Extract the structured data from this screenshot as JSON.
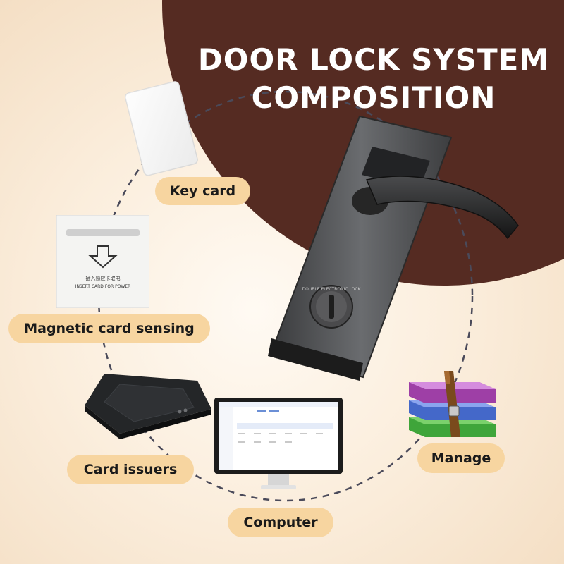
{
  "title": {
    "line1": "DOOR LOCK SYSTEM",
    "line2": "COMPOSITION"
  },
  "labels": {
    "key_card": "Key card",
    "magnetic": "Magnetic card sensing",
    "card_issuers": "Card issuers",
    "computer": "Computer",
    "manage": "Manage"
  },
  "switch_panel": {
    "line1": "插入感应卡取电",
    "line2": "INSERT CARD FOR POWER"
  },
  "lock_plate_text": "DOUBLE ELECTRONIC LOCK",
  "colors": {
    "background": "#fbeedd",
    "brown_arc": "#552b22",
    "pill": "#f7d5a0",
    "title_text": "#ffffff"
  },
  "icons": {
    "manage": "archive-books-icon"
  }
}
